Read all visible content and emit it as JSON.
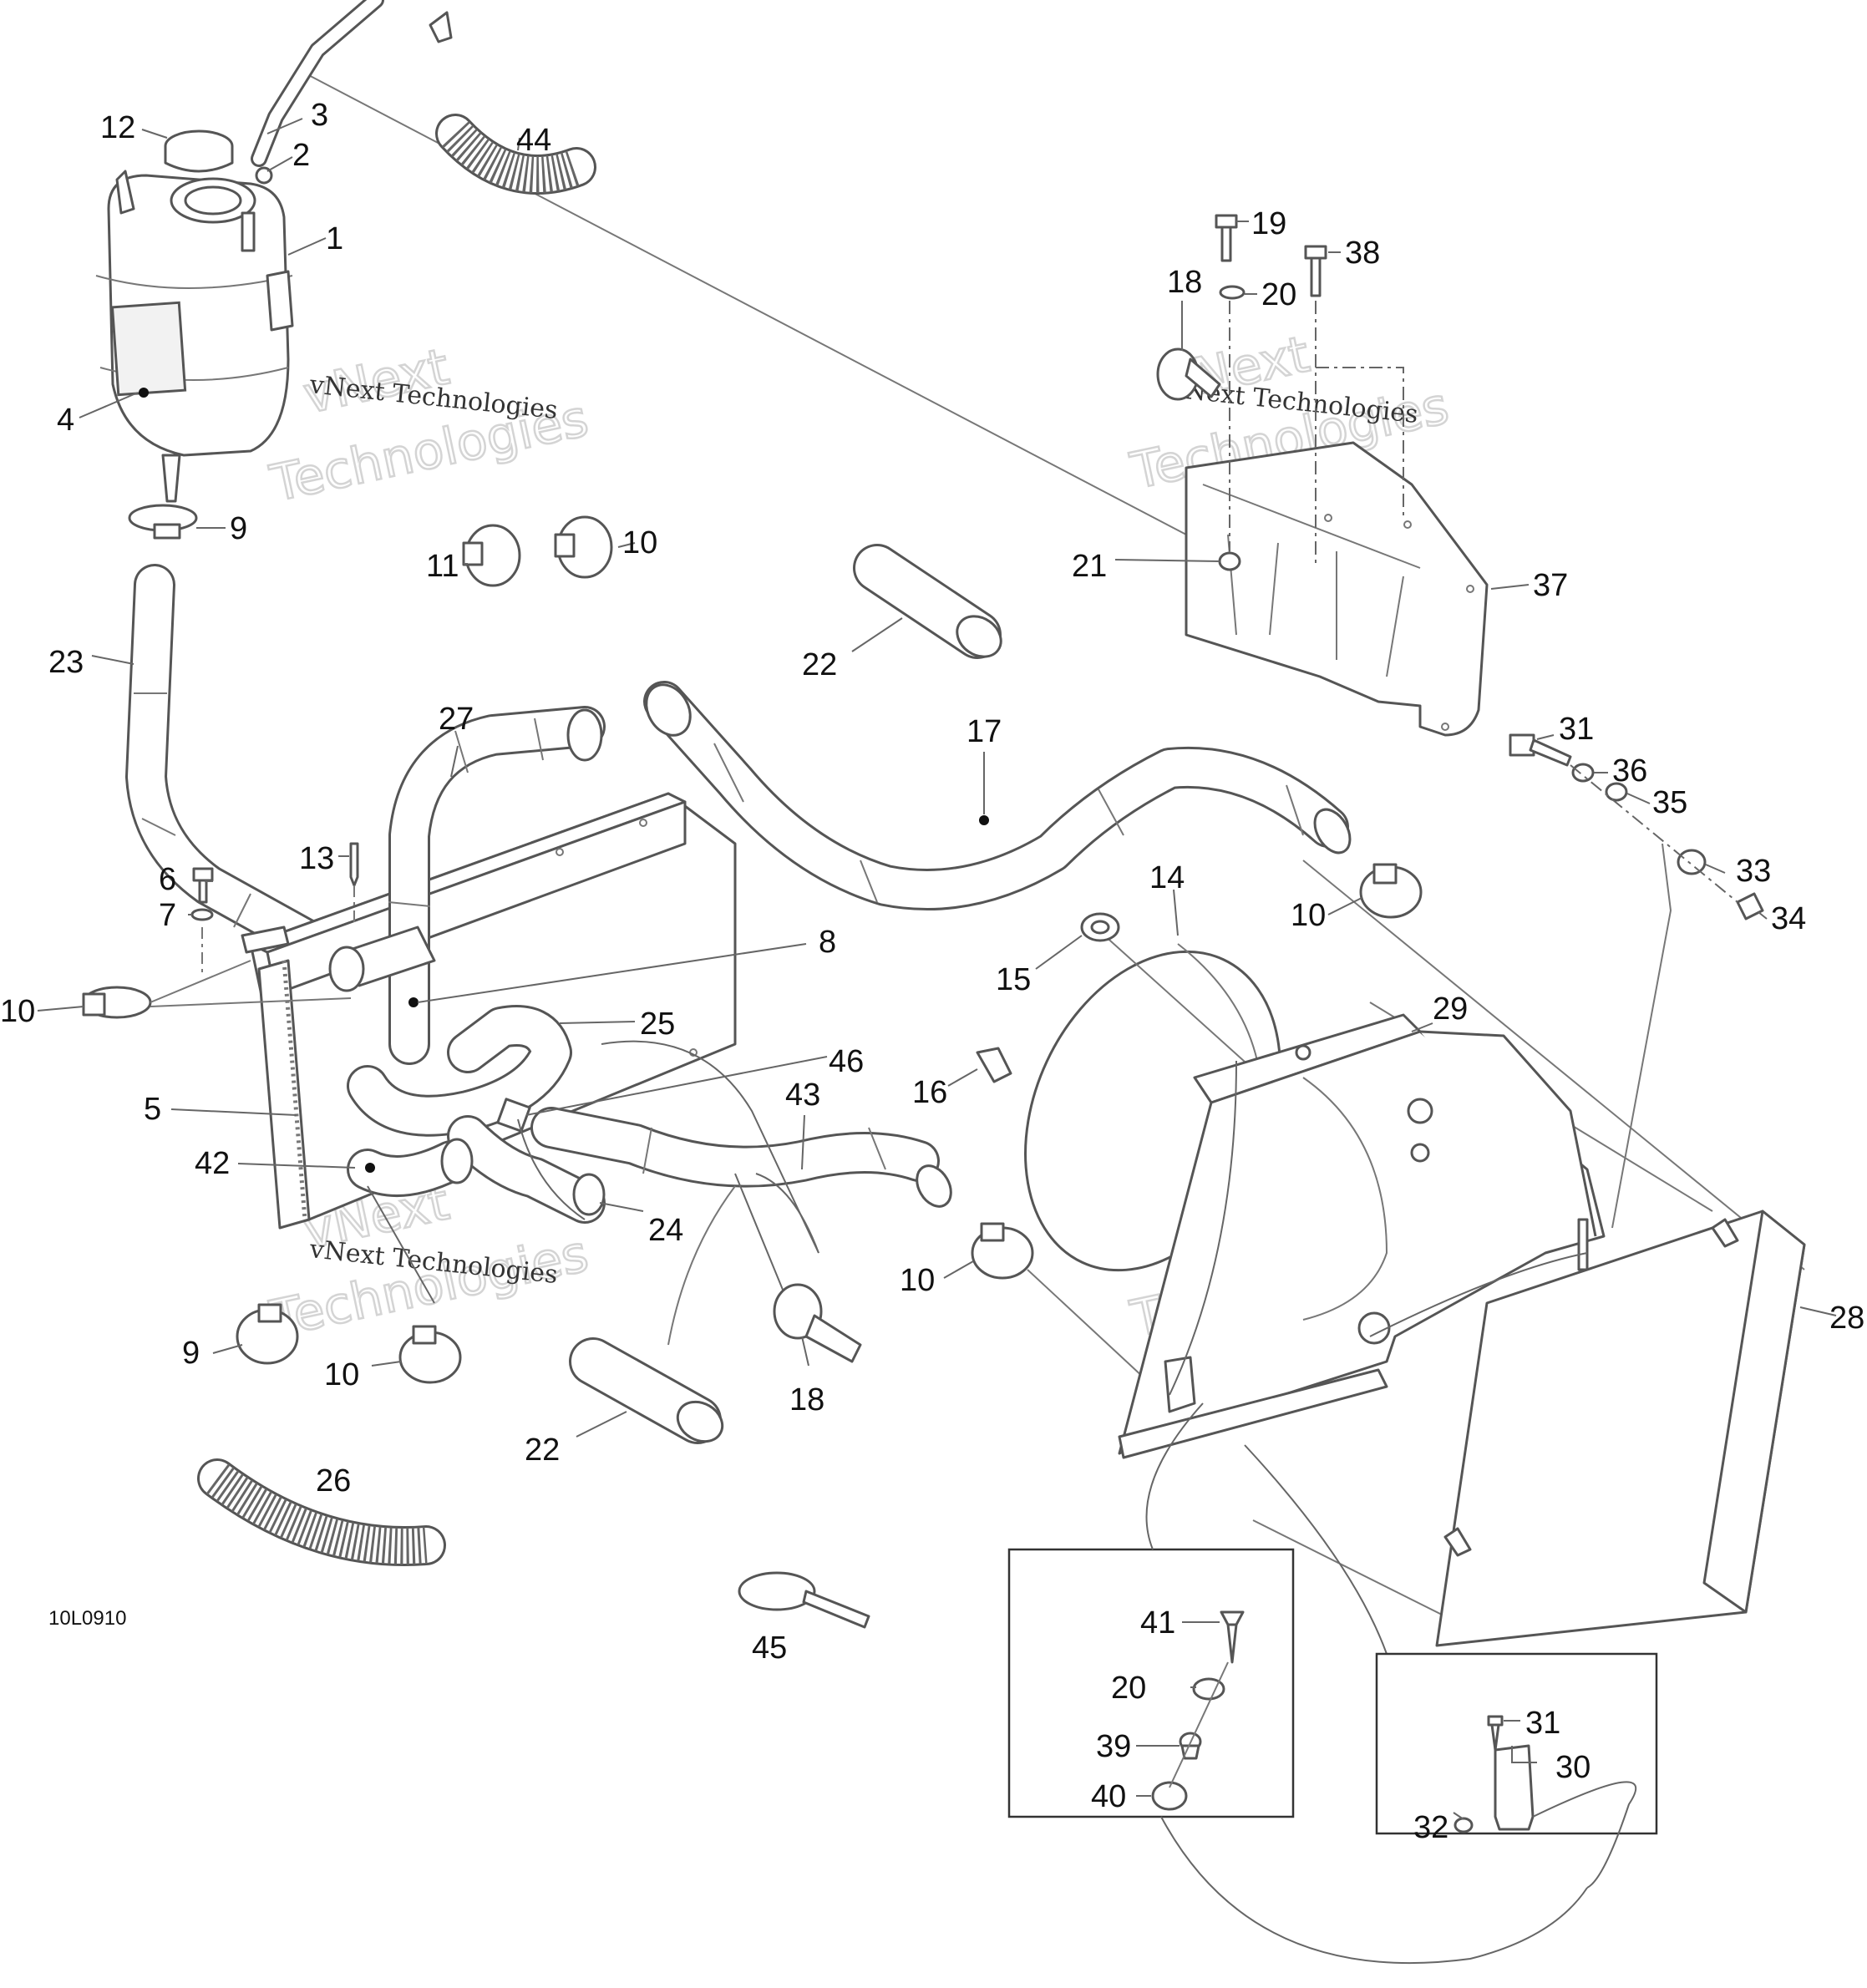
{
  "diagram": {
    "code": "10L0910",
    "watermark": "vNext Technologies",
    "callouts": [
      {
        "label": "1"
      },
      {
        "label": "2"
      },
      {
        "label": "3"
      },
      {
        "label": "4"
      },
      {
        "label": "5"
      },
      {
        "label": "6"
      },
      {
        "label": "7"
      },
      {
        "label": "8"
      },
      {
        "label": "9"
      },
      {
        "label": "9"
      },
      {
        "label": "10"
      },
      {
        "label": "10"
      },
      {
        "label": "10"
      },
      {
        "label": "10"
      },
      {
        "label": "10"
      },
      {
        "label": "11"
      },
      {
        "label": "12"
      },
      {
        "label": "13"
      },
      {
        "label": "14"
      },
      {
        "label": "15"
      },
      {
        "label": "16"
      },
      {
        "label": "17"
      },
      {
        "label": "18"
      },
      {
        "label": "18"
      },
      {
        "label": "19"
      },
      {
        "label": "20"
      },
      {
        "label": "20"
      },
      {
        "label": "21"
      },
      {
        "label": "22"
      },
      {
        "label": "22"
      },
      {
        "label": "23"
      },
      {
        "label": "24"
      },
      {
        "label": "25"
      },
      {
        "label": "26"
      },
      {
        "label": "27"
      },
      {
        "label": "28"
      },
      {
        "label": "29"
      },
      {
        "label": "30"
      },
      {
        "label": "31"
      },
      {
        "label": "31"
      },
      {
        "label": "32"
      },
      {
        "label": "33"
      },
      {
        "label": "34"
      },
      {
        "label": "35"
      },
      {
        "label": "36"
      },
      {
        "label": "37"
      },
      {
        "label": "38"
      },
      {
        "label": "39"
      },
      {
        "label": "40"
      },
      {
        "label": "41"
      },
      {
        "label": "42"
      },
      {
        "label": "43"
      },
      {
        "label": "44"
      },
      {
        "label": "45"
      },
      {
        "label": "46"
      }
    ]
  }
}
